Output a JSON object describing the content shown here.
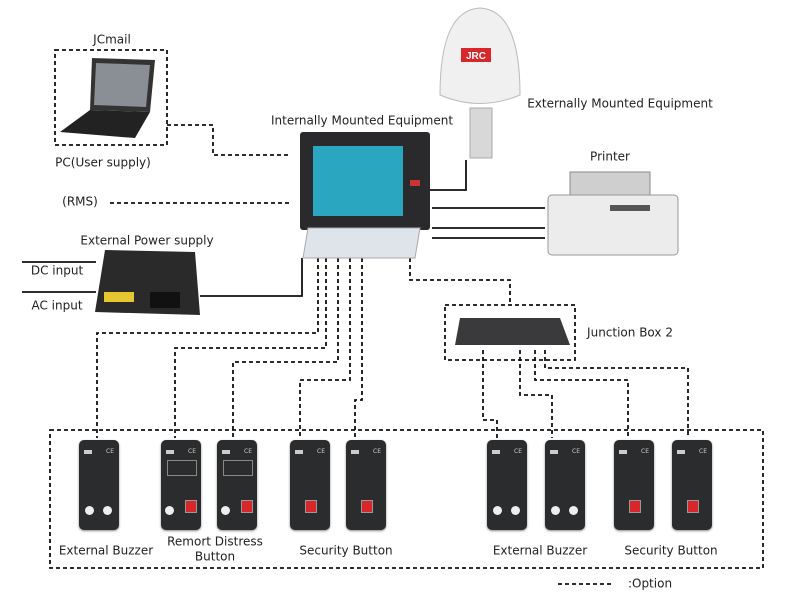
{
  "labels": {
    "jcmail": "JCmail",
    "pc": "PC(User supply)",
    "rms": "(RMS)",
    "internal": "Internally Mounted Equipment",
    "external": "Externally Mounted Equipment",
    "printer": "Printer",
    "power": "External Power supply",
    "dc": "DC input",
    "ac": "AC input",
    "junction": "Junction Box 2",
    "ext_buzzer_1": "External Buzzer",
    "distress_1": "Remort Distress",
    "distress_2": "Button",
    "security_1": "Security Button",
    "ext_buzzer_2": "External Buzzer",
    "security_2": "Security Button",
    "legend": ":Option"
  },
  "brand": "JRC",
  "colors": {
    "brand": "#d8272b",
    "screen": "#2aa6c0",
    "panel": "#2b2c2e"
  }
}
